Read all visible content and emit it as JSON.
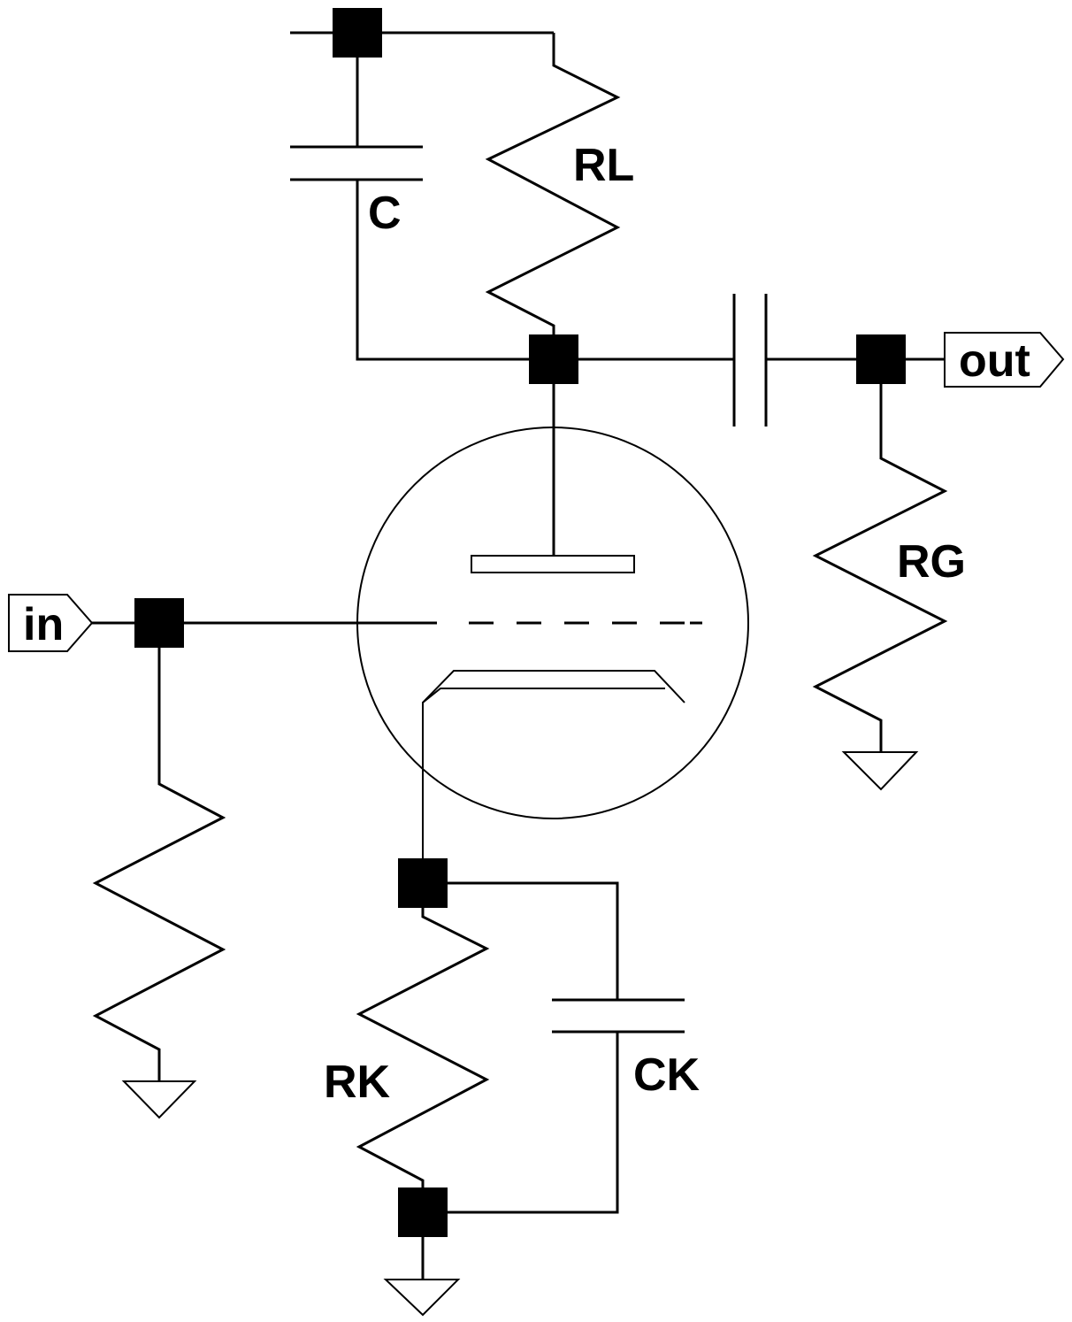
{
  "labels": {
    "C": "C",
    "RL": "RL",
    "RG": "RG",
    "RK": "RK",
    "CK": "CK"
  },
  "ports": {
    "input": "in",
    "output": "out"
  },
  "colors": {
    "line": "#000000",
    "background": "#ffffff"
  }
}
